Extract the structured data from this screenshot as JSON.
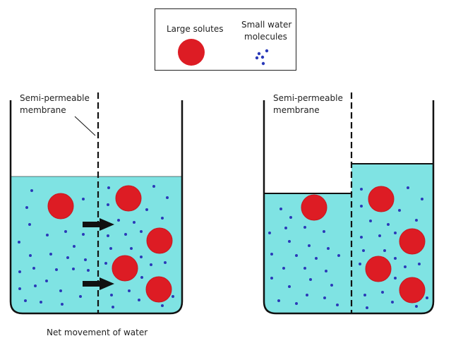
{
  "legend": {
    "large_solutes": "Large solutes",
    "small_water_line1": "Small water",
    "small_water_line2": "molecules"
  },
  "left_beaker": {
    "membrane_line1": "Semi-permeable",
    "membrane_line2": "membrane",
    "caption": "Net movement of water"
  },
  "right_beaker": {
    "membrane_line1": "Semi-permeable",
    "membrane_line2": "membrane"
  },
  "colors": {
    "water": "#7fe3e3",
    "solute": "#dd1c24",
    "solute_dark": "#c9161f",
    "molecule": "#2a39b8",
    "outline": "#111111"
  }
}
